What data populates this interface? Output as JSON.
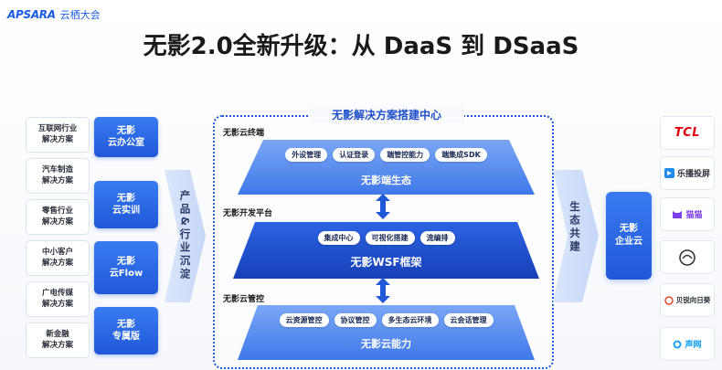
{
  "logo": {
    "mark": "APSARA",
    "text": "云栖大会"
  },
  "title": "无影2.0全新升级：从 DaaS 到 DSaaS",
  "industries": [
    "互联网行业\n解决方案",
    "汽车制造\n解决方案",
    "零售行业\n解决方案",
    "中小客户\n解决方案",
    "广电传媒\n解决方案",
    "新金融\n解决方案"
  ],
  "products": [
    "无影\n云办公室",
    "无影\n云实训",
    "无影\n云Flow",
    "无影\n专属版"
  ],
  "left_chevron": "产品&行业沉淀",
  "center": {
    "title": "无影解决方案搭建中心",
    "sections": {
      "terminal": "无影云终端",
      "platform": "无影开发平台",
      "control": "无影云管控"
    },
    "top_layer": {
      "chips": [
        "外设管理",
        "认证登录",
        "端管控能力",
        "端集成SDK"
      ],
      "name": "无影端生态"
    },
    "mid_layer": {
      "chips": [
        "集成中心",
        "可视化搭建",
        "流编排"
      ],
      "name": "无影WSF框架"
    },
    "bottom_layer": {
      "chips": [
        "云资源管控",
        "协议管控",
        "多生态云环境",
        "云会话管理"
      ],
      "name": "无影云能力"
    }
  },
  "right_chevron": "生态共建",
  "enterprise": "无影\n企业云",
  "partners": [
    "TCL",
    "乐播投屏",
    "猫猫",
    "",
    "贝锐向日葵",
    "声网"
  ],
  "colors": {
    "primary": "#1f58d9",
    "accent": "#3a7bf0",
    "title": "#1a1a1a"
  }
}
